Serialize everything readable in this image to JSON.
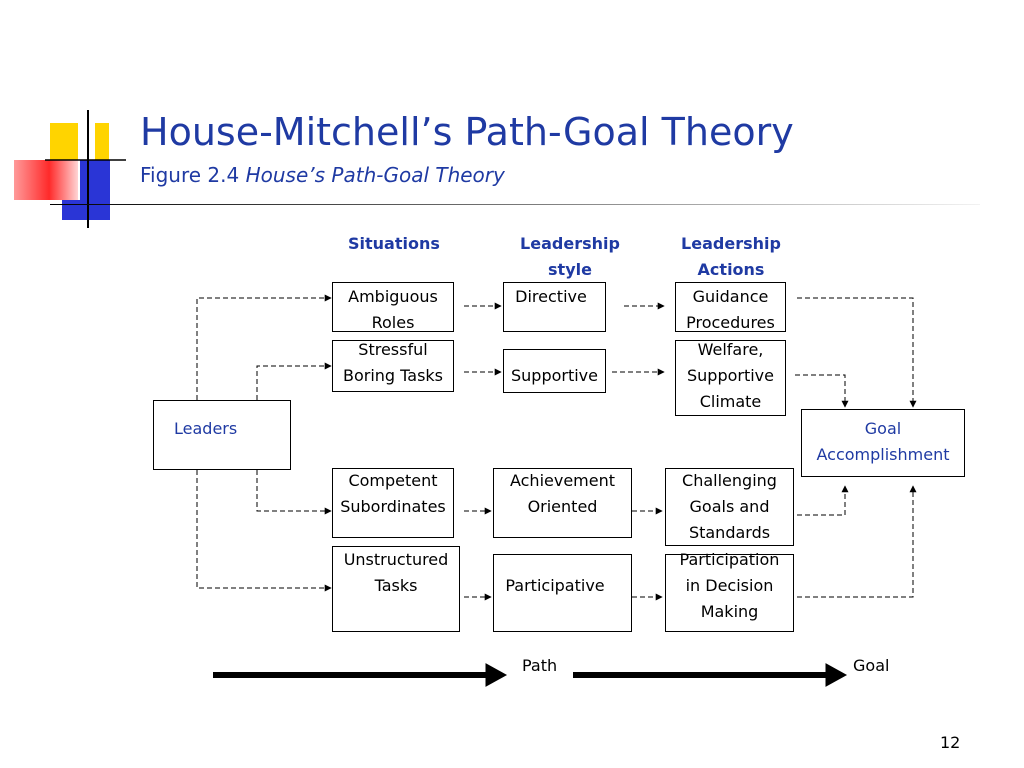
{
  "title": "House-Mitchell’s Path-Goal Theory",
  "subtitle": {
    "figure": "Figure 2.4",
    "caption": "House’s Path-Goal Theory"
  },
  "headers": {
    "situations": "Situations",
    "style": [
      "Leadership",
      "style"
    ],
    "actions": [
      "Leadership",
      "Actions"
    ]
  },
  "leaders": "Leaders",
  "goal": [
    "Goal",
    "Accomplishment"
  ],
  "situations": [
    [
      "Ambiguous",
      "Roles"
    ],
    [
      "Stressful",
      "Boring Tasks"
    ],
    [
      "Competent",
      "Subordinates"
    ],
    [
      "Unstructured",
      "Tasks"
    ]
  ],
  "styles": [
    "Directive",
    "Supportive",
    [
      "Achievement",
      "Oriented"
    ],
    "Participative"
  ],
  "actions": [
    [
      "Guidance",
      "Procedures"
    ],
    [
      "Welfare,",
      "Supportive",
      "Climate"
    ],
    [
      "Challenging",
      "Goals and",
      "Standards"
    ],
    [
      "Participation",
      "in Decision",
      "Making"
    ]
  ],
  "flow": {
    "path": "Path",
    "goal": "Goal"
  },
  "page_number": "12"
}
